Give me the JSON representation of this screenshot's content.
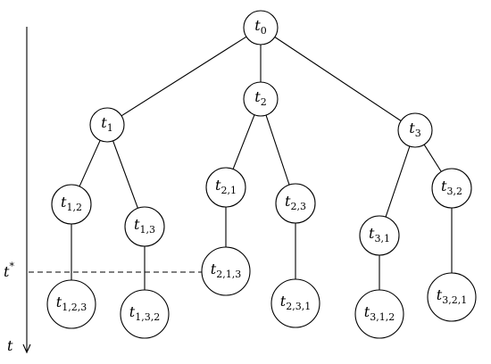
{
  "diagram": {
    "axis": {
      "label": "t",
      "arrow_icon": "down-arrow-icon"
    },
    "marker": {
      "label": "t",
      "sup": "*"
    },
    "nodes": [
      {
        "id": "n0",
        "base": "t",
        "sub": "0"
      },
      {
        "id": "n1",
        "base": "t",
        "sub": "1"
      },
      {
        "id": "n2",
        "base": "t",
        "sub": "2"
      },
      {
        "id": "n3",
        "base": "t",
        "sub": "3"
      },
      {
        "id": "n12",
        "base": "t",
        "sub": "1,2"
      },
      {
        "id": "n13",
        "base": "t",
        "sub": "1,3"
      },
      {
        "id": "n21",
        "base": "t",
        "sub": "2,1"
      },
      {
        "id": "n23",
        "base": "t",
        "sub": "2,3"
      },
      {
        "id": "n31",
        "base": "t",
        "sub": "3,1"
      },
      {
        "id": "n32",
        "base": "t",
        "sub": "3,2"
      },
      {
        "id": "n123",
        "base": "t",
        "sub": "1,2,3"
      },
      {
        "id": "n132",
        "base": "t",
        "sub": "1,3,2"
      },
      {
        "id": "n213",
        "base": "t",
        "sub": "2,1,3"
      },
      {
        "id": "n231",
        "base": "t",
        "sub": "2,3,1"
      },
      {
        "id": "n312",
        "base": "t",
        "sub": "3,1,2"
      },
      {
        "id": "n321",
        "base": "t",
        "sub": "3,2,1"
      }
    ],
    "edges": [
      [
        "n0",
        "n1"
      ],
      [
        "n0",
        "n2"
      ],
      [
        "n0",
        "n3"
      ],
      [
        "n1",
        "n12"
      ],
      [
        "n1",
        "n13"
      ],
      [
        "n2",
        "n21"
      ],
      [
        "n2",
        "n23"
      ],
      [
        "n3",
        "n31"
      ],
      [
        "n3",
        "n32"
      ],
      [
        "n12",
        "n123"
      ],
      [
        "n13",
        "n132"
      ],
      [
        "n21",
        "n213"
      ],
      [
        "n23",
        "n231"
      ],
      [
        "n31",
        "n312"
      ],
      [
        "n32",
        "n321"
      ]
    ]
  }
}
